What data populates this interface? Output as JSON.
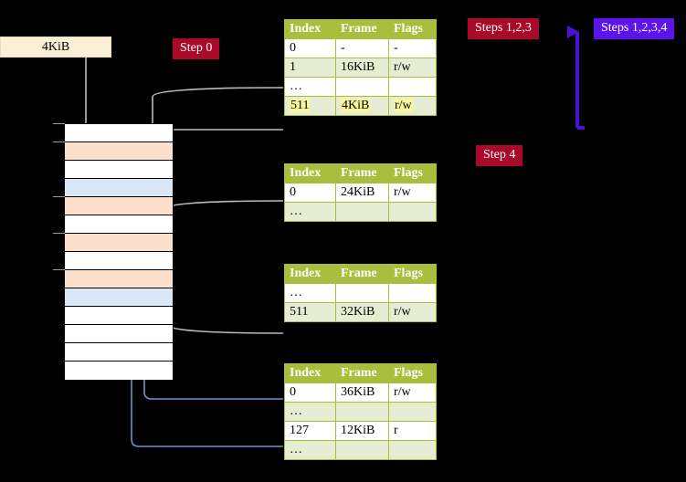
{
  "diagram": {
    "title": "page-table-walk-diagram",
    "colors": {
      "header_green": "#A8BE3C",
      "alt_row": "#E7EDD2",
      "highlight_yellow": "#FAF79B",
      "badge_red": "#A80A28",
      "badge_blue": "#5C13EC",
      "mem_peach": "#FCE0CB",
      "mem_blue": "#D8E6F6",
      "kib_box": "#FBEFD5",
      "connector_gray": "#BBBBBB",
      "connector_blue": "#6E93C8",
      "arrow_purple": "#4B11D8"
    }
  },
  "labels": {
    "kib_box": "4KiB",
    "step0": "Step 0",
    "steps123": "Steps 1,2,3",
    "steps1234": "Steps 1,2,3,4",
    "step4": "Step 4"
  },
  "tables": [
    {
      "name": "page-table-level-0",
      "headers": [
        "Index",
        "Frame",
        "Flags"
      ],
      "rows": [
        {
          "cells": [
            "0",
            "-",
            "-"
          ],
          "style": "plain",
          "highlight": false
        },
        {
          "cells": [
            "1",
            "16KiB",
            "r/w"
          ],
          "style": "alt",
          "highlight": false
        },
        {
          "cells": [
            "…",
            "",
            ""
          ],
          "style": "plain",
          "highlight": false
        },
        {
          "cells": [
            "511",
            "4KiB",
            "r/w"
          ],
          "style": "alt",
          "highlight": true
        }
      ]
    },
    {
      "name": "page-table-level-1",
      "headers": [
        "Index",
        "Frame",
        "Flags"
      ],
      "rows": [
        {
          "cells": [
            "0",
            "24KiB",
            "r/w"
          ],
          "style": "plain",
          "highlight": false
        },
        {
          "cells": [
            "…",
            "",
            ""
          ],
          "style": "alt",
          "highlight": false
        }
      ]
    },
    {
      "name": "page-table-level-2",
      "headers": [
        "Index",
        "Frame",
        "Flags"
      ],
      "rows": [
        {
          "cells": [
            "…",
            "",
            ""
          ],
          "style": "plain",
          "highlight": false
        },
        {
          "cells": [
            "511",
            "32KiB",
            "r/w"
          ],
          "style": "alt",
          "highlight": false
        }
      ]
    },
    {
      "name": "page-table-level-3",
      "headers": [
        "Index",
        "Frame",
        "Flags"
      ],
      "rows": [
        {
          "cells": [
            "0",
            "36KiB",
            "r/w"
          ],
          "style": "plain",
          "highlight": false
        },
        {
          "cells": [
            "…",
            "",
            ""
          ],
          "style": "alt",
          "highlight": false
        },
        {
          "cells": [
            "127",
            "12KiB",
            "r"
          ],
          "style": "plain",
          "highlight": false
        },
        {
          "cells": [
            "…",
            "",
            ""
          ],
          "style": "alt",
          "highlight": false
        }
      ]
    }
  ],
  "memory_grid": {
    "name": "physical-memory-frames",
    "rows": [
      {
        "fill": "white",
        "tick": true
      },
      {
        "fill": "peach",
        "tick": true
      },
      {
        "fill": "white",
        "tick": false
      },
      {
        "fill": "blue",
        "tick": false
      },
      {
        "fill": "peach",
        "tick": true
      },
      {
        "fill": "white",
        "tick": false
      },
      {
        "fill": "peach",
        "tick": true
      },
      {
        "fill": "white",
        "tick": false
      },
      {
        "fill": "peach",
        "tick": true
      },
      {
        "fill": "blue",
        "tick": false
      },
      {
        "fill": "white",
        "tick": false
      },
      {
        "fill": "white",
        "tick": false
      },
      {
        "fill": "white",
        "tick": false
      },
      {
        "fill": "white",
        "tick": false
      }
    ]
  }
}
